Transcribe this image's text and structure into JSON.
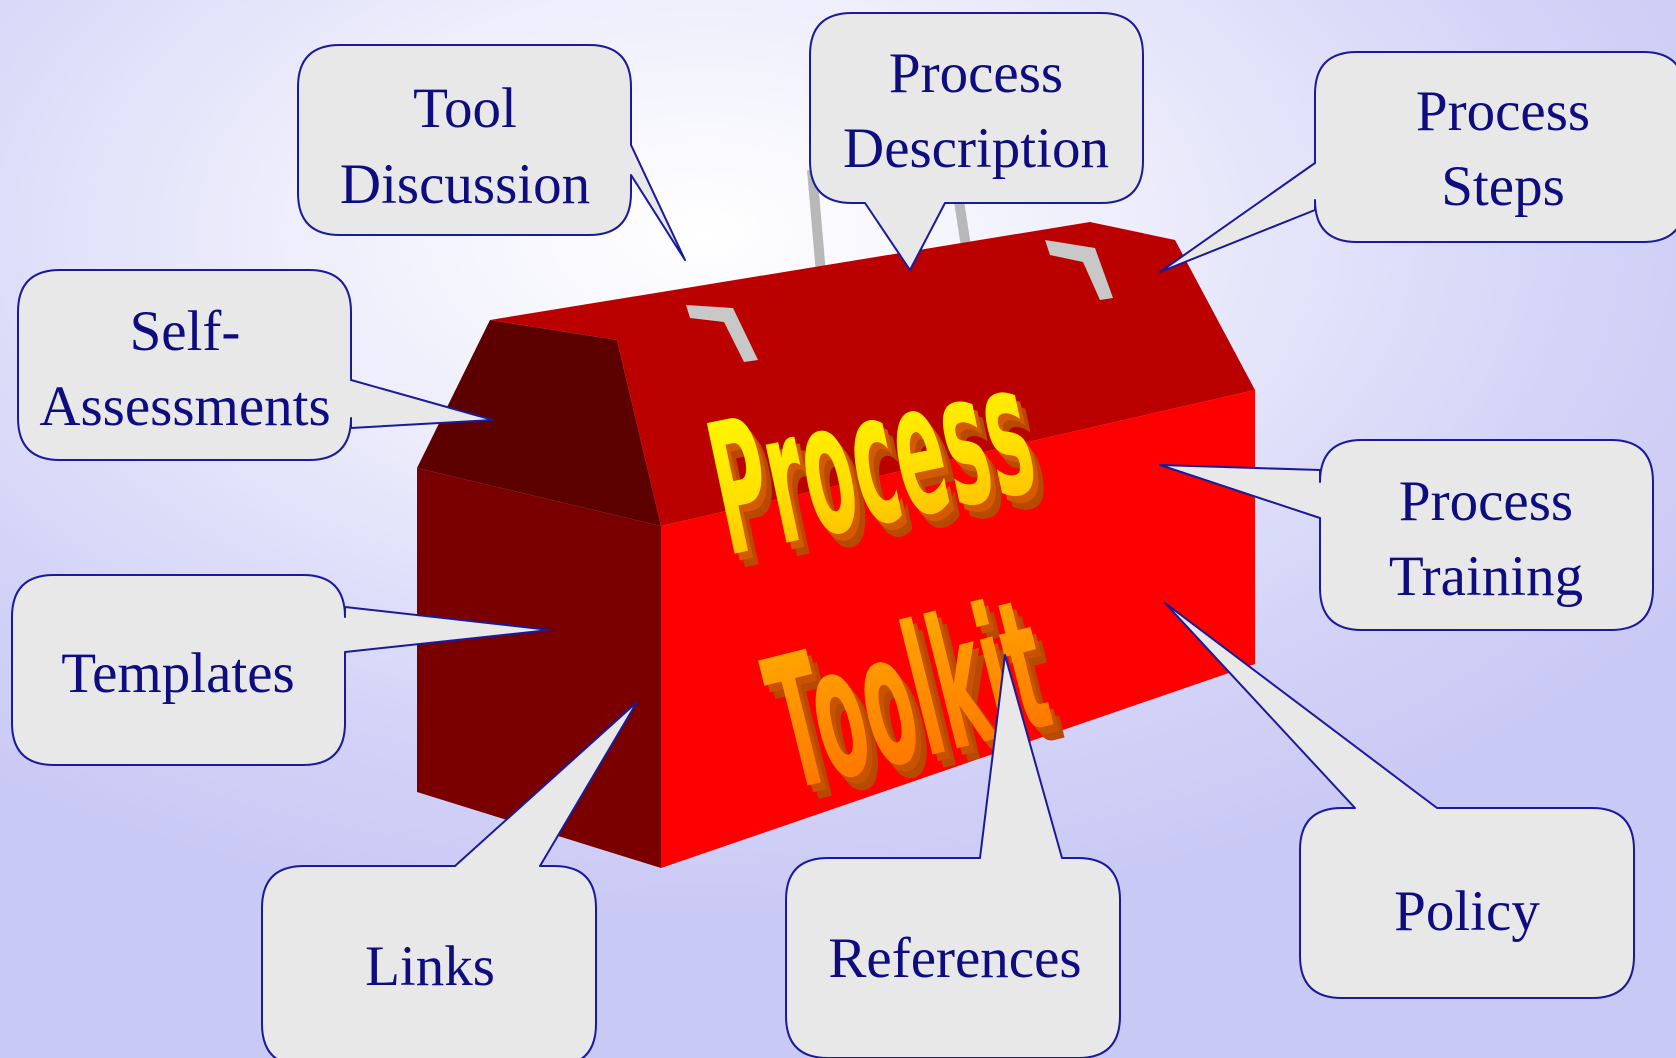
{
  "title": {
    "line1": "Process",
    "line2": "Toolkit"
  },
  "callouts": [
    {
      "id": "tool-discussion",
      "lines": [
        "Tool",
        "Discussion"
      ]
    },
    {
      "id": "process-description",
      "lines": [
        "Process",
        "Description"
      ]
    },
    {
      "id": "process-steps",
      "lines": [
        "Process",
        "Steps"
      ]
    },
    {
      "id": "self-assessments",
      "lines": [
        "Self-",
        "Assessments"
      ]
    },
    {
      "id": "templates",
      "lines": [
        "Templates"
      ]
    },
    {
      "id": "process-training",
      "lines": [
        "Process",
        "Training"
      ]
    },
    {
      "id": "links",
      "lines": [
        "Links"
      ]
    },
    {
      "id": "references",
      "lines": [
        "References"
      ]
    },
    {
      "id": "policy",
      "lines": [
        "Policy"
      ]
    }
  ],
  "colors": {
    "box_front": "#ff0000",
    "box_roof_front": "#bb0000",
    "box_side": "#7a0000",
    "box_roof_side": "#5c0000",
    "bubble_fill": "#e8e8e8",
    "bubble_stroke": "#1a1a9a",
    "bubble_text": "#0d0d80",
    "title_top": "#ffff00",
    "title_bottom": "#ff8000",
    "title_extrude": "#b84a00"
  }
}
